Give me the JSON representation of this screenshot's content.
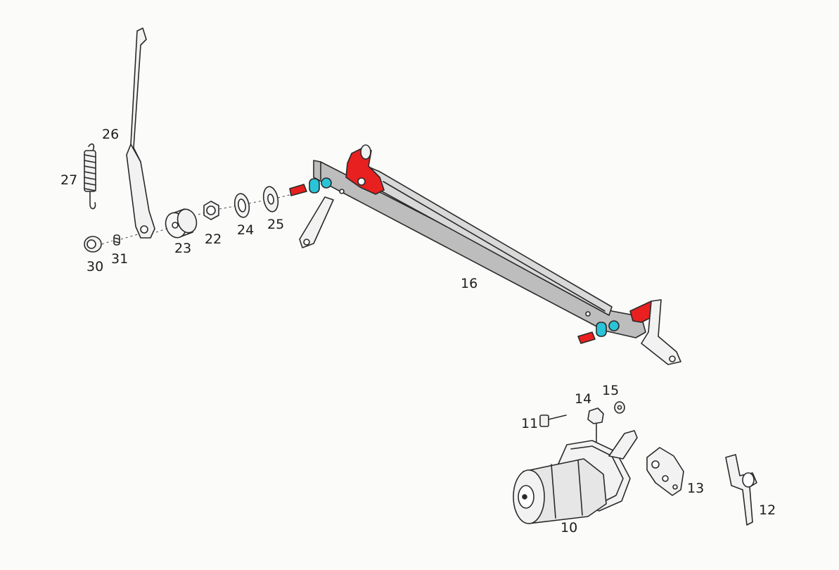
{
  "diagram": {
    "colors": {
      "line": "#2a2a2a",
      "part_fill": "#f2f2f2",
      "frame_gray": "#bdbdbd",
      "highlight_red": "#e82020",
      "highlight_cyan": "#29c4d8",
      "background": "#fbfbf9"
    },
    "labels": {
      "p10": "10",
      "p11": "11",
      "p12": "12",
      "p13": "13",
      "p14": "14",
      "p15": "15",
      "p16": "16",
      "p22": "22",
      "p23": "23",
      "p24": "24",
      "p25": "25",
      "p26": "26",
      "p27": "27",
      "p30": "30",
      "p31": "31"
    }
  }
}
